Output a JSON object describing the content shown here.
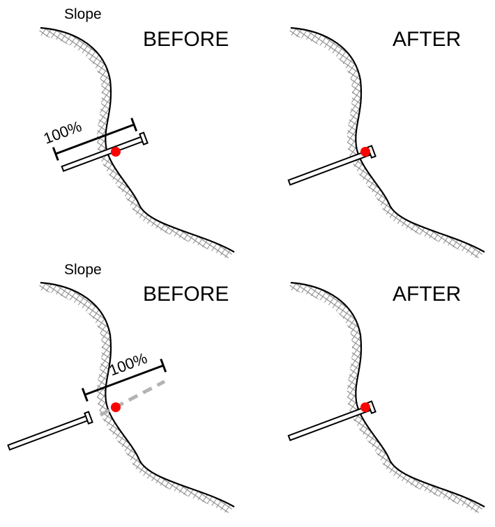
{
  "panels": [
    {
      "slope_label": "Slope",
      "title": "BEFORE",
      "measure_label": "100%"
    },
    {
      "title": "AFTER"
    },
    {
      "slope_label": "Slope",
      "title": "BEFORE",
      "measure_label": "100%"
    },
    {
      "title": "AFTER"
    }
  ],
  "colors": {
    "ink": "#000000",
    "hatch": "#8c8c8c",
    "marker": "#ff0000",
    "ghost": "#b3b3b3"
  }
}
